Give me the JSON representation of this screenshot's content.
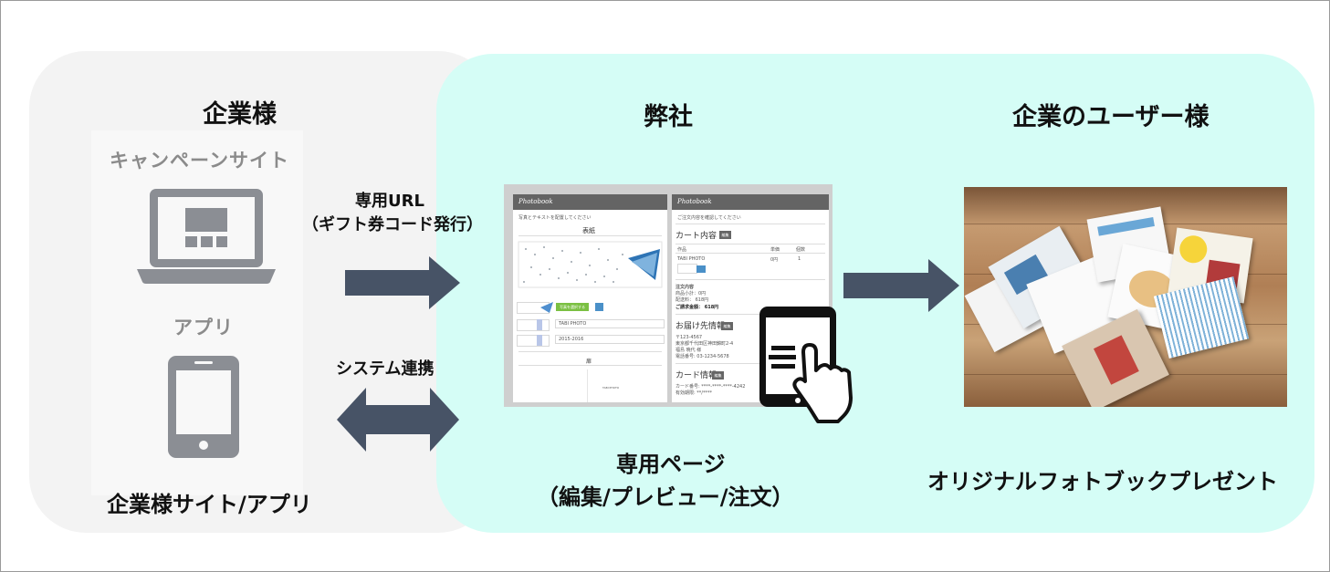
{
  "columns": {
    "company": {
      "title": "企業様",
      "campaign_label": "キャンペーンサイト",
      "app_label": "アプリ",
      "bottom_label": "企業様サイト/アプリ"
    },
    "ours": {
      "title": "弊社",
      "caption_line1": "専用ページ",
      "caption_line2": "（編集/プレビュー/注文）"
    },
    "users": {
      "title": "企業のユーザー様",
      "caption": "オリジナルフォトブックプレゼント"
    }
  },
  "connectors": {
    "url_line1": "専用URL",
    "url_line2": "（ギフト券コード発行）",
    "system_link": "システム連携"
  },
  "mock_screen": {
    "left": {
      "brand": "Photobook",
      "notice": "写真とテキストを配置してください",
      "heading": "表紙",
      "select_button": "写真を選択する",
      "field1": "TABI PHOTO",
      "field2": "2015-2016",
      "page_heading": "扉",
      "cover_tiny": "TABI PHOTO"
    },
    "right": {
      "brand": "Photobook",
      "notice": "ご注文内容を確認してください",
      "cart_heading": "カート内容",
      "edit": "編集",
      "col_item": "作品",
      "col_price": "単価",
      "col_qty": "個数",
      "item_name": "TABI PHOTO",
      "item_price": "0円",
      "item_qty": "1",
      "order_heading": "注文内容",
      "order_subtotal": "商品小計：0円",
      "order_shipping": "配送料：   618円",
      "order_total": "ご請求金額：  618円",
      "ship_heading": "お届け先情報",
      "ship_zip": "〒123-4567",
      "ship_addr": "東京都千代田区神田錦町2-4",
      "ship_name": "福島 暁代 様",
      "ship_tel": "電話番号: 03-1234-5678",
      "card_heading": "カード情報",
      "card_no": "カード番号: ****-****-****-4242",
      "card_exp": "有効期限: **/****"
    }
  },
  "colors": {
    "arrow": "#475366",
    "icon_grey": "#8b8e94",
    "left_panel": "#f3f3f3",
    "right_panel": "#d5fdf6",
    "accent_green": "#7bc043"
  },
  "icons": [
    "laptop-icon",
    "smartphone-icon",
    "tablet-tap-icon",
    "arrow-right-icon",
    "double-arrow-icon"
  ]
}
